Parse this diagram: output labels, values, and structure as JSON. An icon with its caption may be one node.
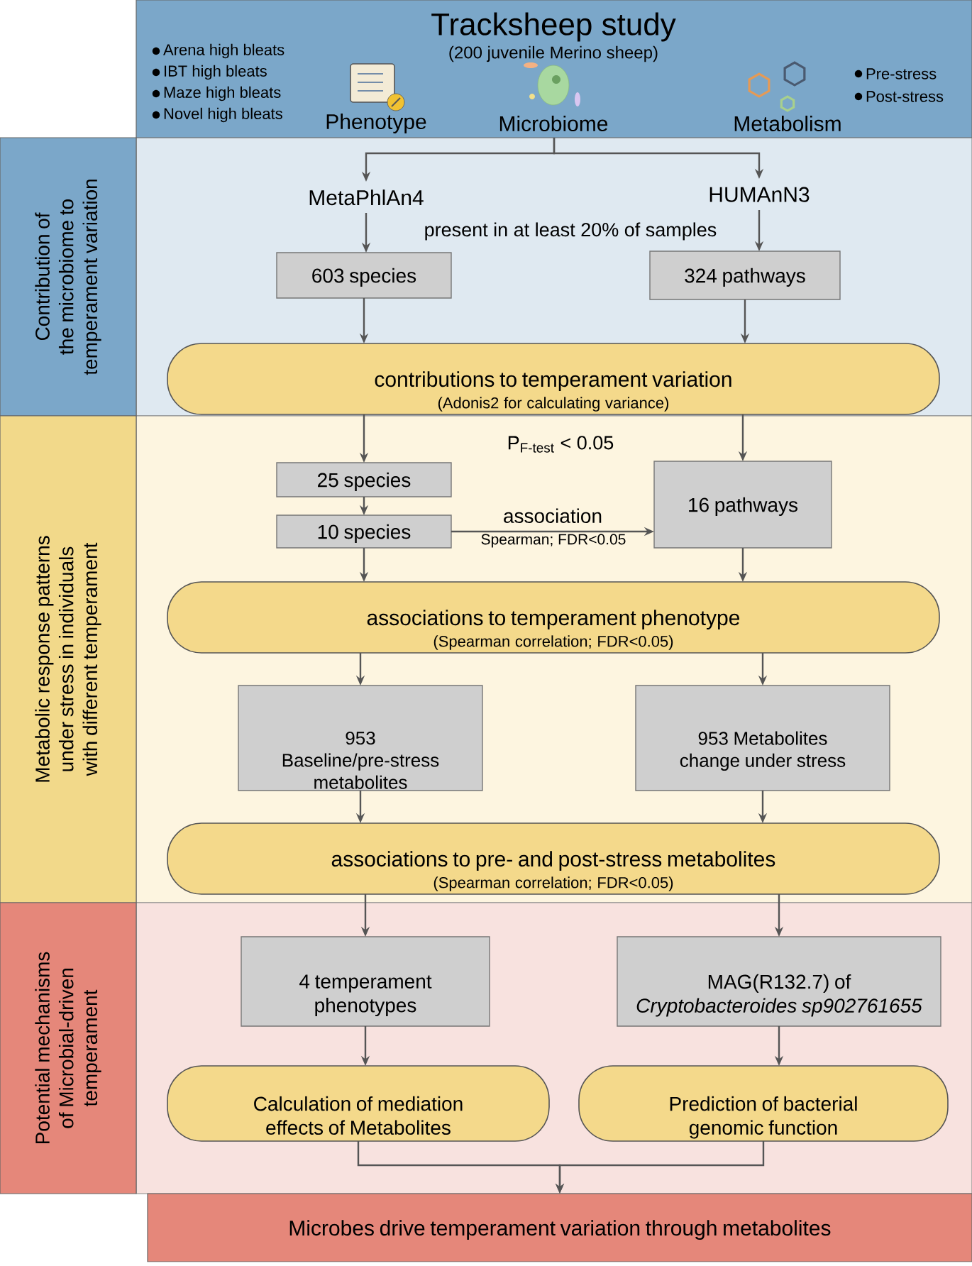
{
  "diagram": {
    "nodes": [
      {
        "text": [
          "Tracksheep study",
          "(200 juvenile Merino sheep)"
        ]
      },
      {
        "text": [
          "Contribution of the microbiome to temperament variation"
        ]
      },
      {
        "text": [
          "MetaPhlAn4"
        ]
      },
      {
        "text": [
          "HUMAnN3"
        ]
      },
      {
        "text": [
          "603  species"
        ]
      },
      {
        "text": [
          "324 pathways"
        ]
      },
      {
        "text": [
          "contributions to temperament variation",
          "(Adonis2 for calculating variance)"
        ]
      },
      {
        "text": [
          "Metabolic response patterns under stress in individuals with different temperament"
        ]
      },
      {
        "text": [
          "25 species"
        ]
      },
      {
        "text": [
          "10 species"
        ]
      },
      {
        "text": [
          "16 pathways"
        ]
      },
      {
        "text": [
          "associations to temperament phenotype",
          "(Spearman correlation; FDR<0.05)"
        ]
      },
      {
        "text": [
          "953 Baseline/pre-stress metabolites"
        ]
      },
      {
        "text": [
          "953 Metabolites change under stress"
        ]
      },
      {
        "text": [
          "associations to pre- and post-stress metabolites",
          "(Spearman correlation; FDR<0.05)"
        ]
      },
      {
        "text": [
          "Potential mechanisms of Microbial-driven temperament"
        ]
      },
      {
        "text": [
          "4 temperament phenotypes"
        ]
      },
      {
        "text": [
          "MAG(R132.7) of *Cryptobacteroides sp902761655*"
        ]
      },
      {
        "text": [
          "Calculation of mediation effects of Metabolites"
        ]
      },
      {
        "text": [
          "Prediction of bacterial genomic function"
        ]
      },
      {
        "text": [
          "Microbes drive temperament variation through metabolites"
        ]
      }
    ],
    "edges": [
      {
        "from": 0,
        "to": 2,
        "arrow": "to"
      },
      {
        "from": 0,
        "to": 3,
        "arrow": "to"
      },
      {
        "from": 2,
        "to": 4,
        "arrow": "to"
      },
      {
        "from": 3,
        "to": 5,
        "arrow": "to"
      },
      {
        "from": 4,
        "to": 6,
        "arrow": "to"
      },
      {
        "from": 5,
        "to": 6,
        "arrow": "to"
      },
      {
        "from": 6,
        "to": 8,
        "arrow": "to"
      },
      {
        "from": 6,
        "to": 10,
        "arrow": "to"
      },
      {
        "from": 8,
        "to": 9,
        "arrow": "to"
      },
      {
        "from": 9,
        "to": 10,
        "arrow": "to",
        "label": "association"
      },
      {
        "from": 9,
        "to": 11,
        "arrow": "to"
      },
      {
        "from": 10,
        "to": 11,
        "arrow": "to"
      },
      {
        "from": 11,
        "to": 12,
        "arrow": "to"
      },
      {
        "from": 11,
        "to": 13,
        "arrow": "to"
      },
      {
        "from": 12,
        "to": 14,
        "arrow": "to"
      },
      {
        "from": 13,
        "to": 14,
        "arrow": "to"
      },
      {
        "from": 14,
        "to": 16,
        "arrow": "to"
      },
      {
        "from": 14,
        "to": 17,
        "arrow": "to"
      },
      {
        "from": 16,
        "to": 18,
        "arrow": "to"
      },
      {
        "from": 17,
        "to": 19,
        "arrow": "to"
      },
      {
        "from": 18,
        "to": 20,
        "arrow": "to"
      },
      {
        "from": 19,
        "to": 20,
        "arrow": "to"
      }
    ],
    "labels": [
      "Arena high bleats",
      "IBT high bleats",
      "Maze high bleats",
      "Novel high bleats",
      "Phenotype",
      "Microbiome",
      "Metabolism",
      "Pre-stress",
      "Post-stress",
      "present in at least 20% of samples",
      "P$_{F-test}$ < 0.05",
      "Spearman; FDR<0.05"
    ]
  }
}
